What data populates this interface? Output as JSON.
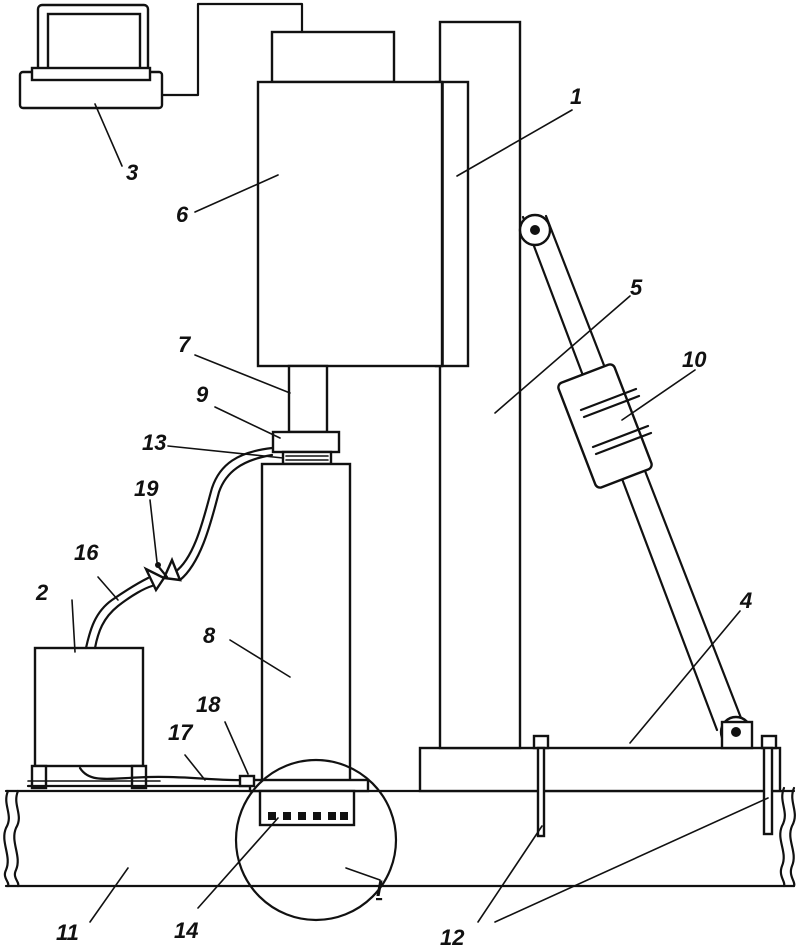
{
  "figure": {
    "labels": {
      "l1": "1",
      "l2": "2",
      "l3": "3",
      "l4": "4",
      "l5": "5",
      "l6": "6",
      "l7": "7",
      "l8": "8",
      "l9": "9",
      "l10": "10",
      "l11": "11",
      "l12": "12",
      "l13": "13",
      "l14": "14",
      "l16": "16",
      "l17": "17",
      "l18": "18",
      "l19": "19",
      "detail": "I"
    }
  }
}
